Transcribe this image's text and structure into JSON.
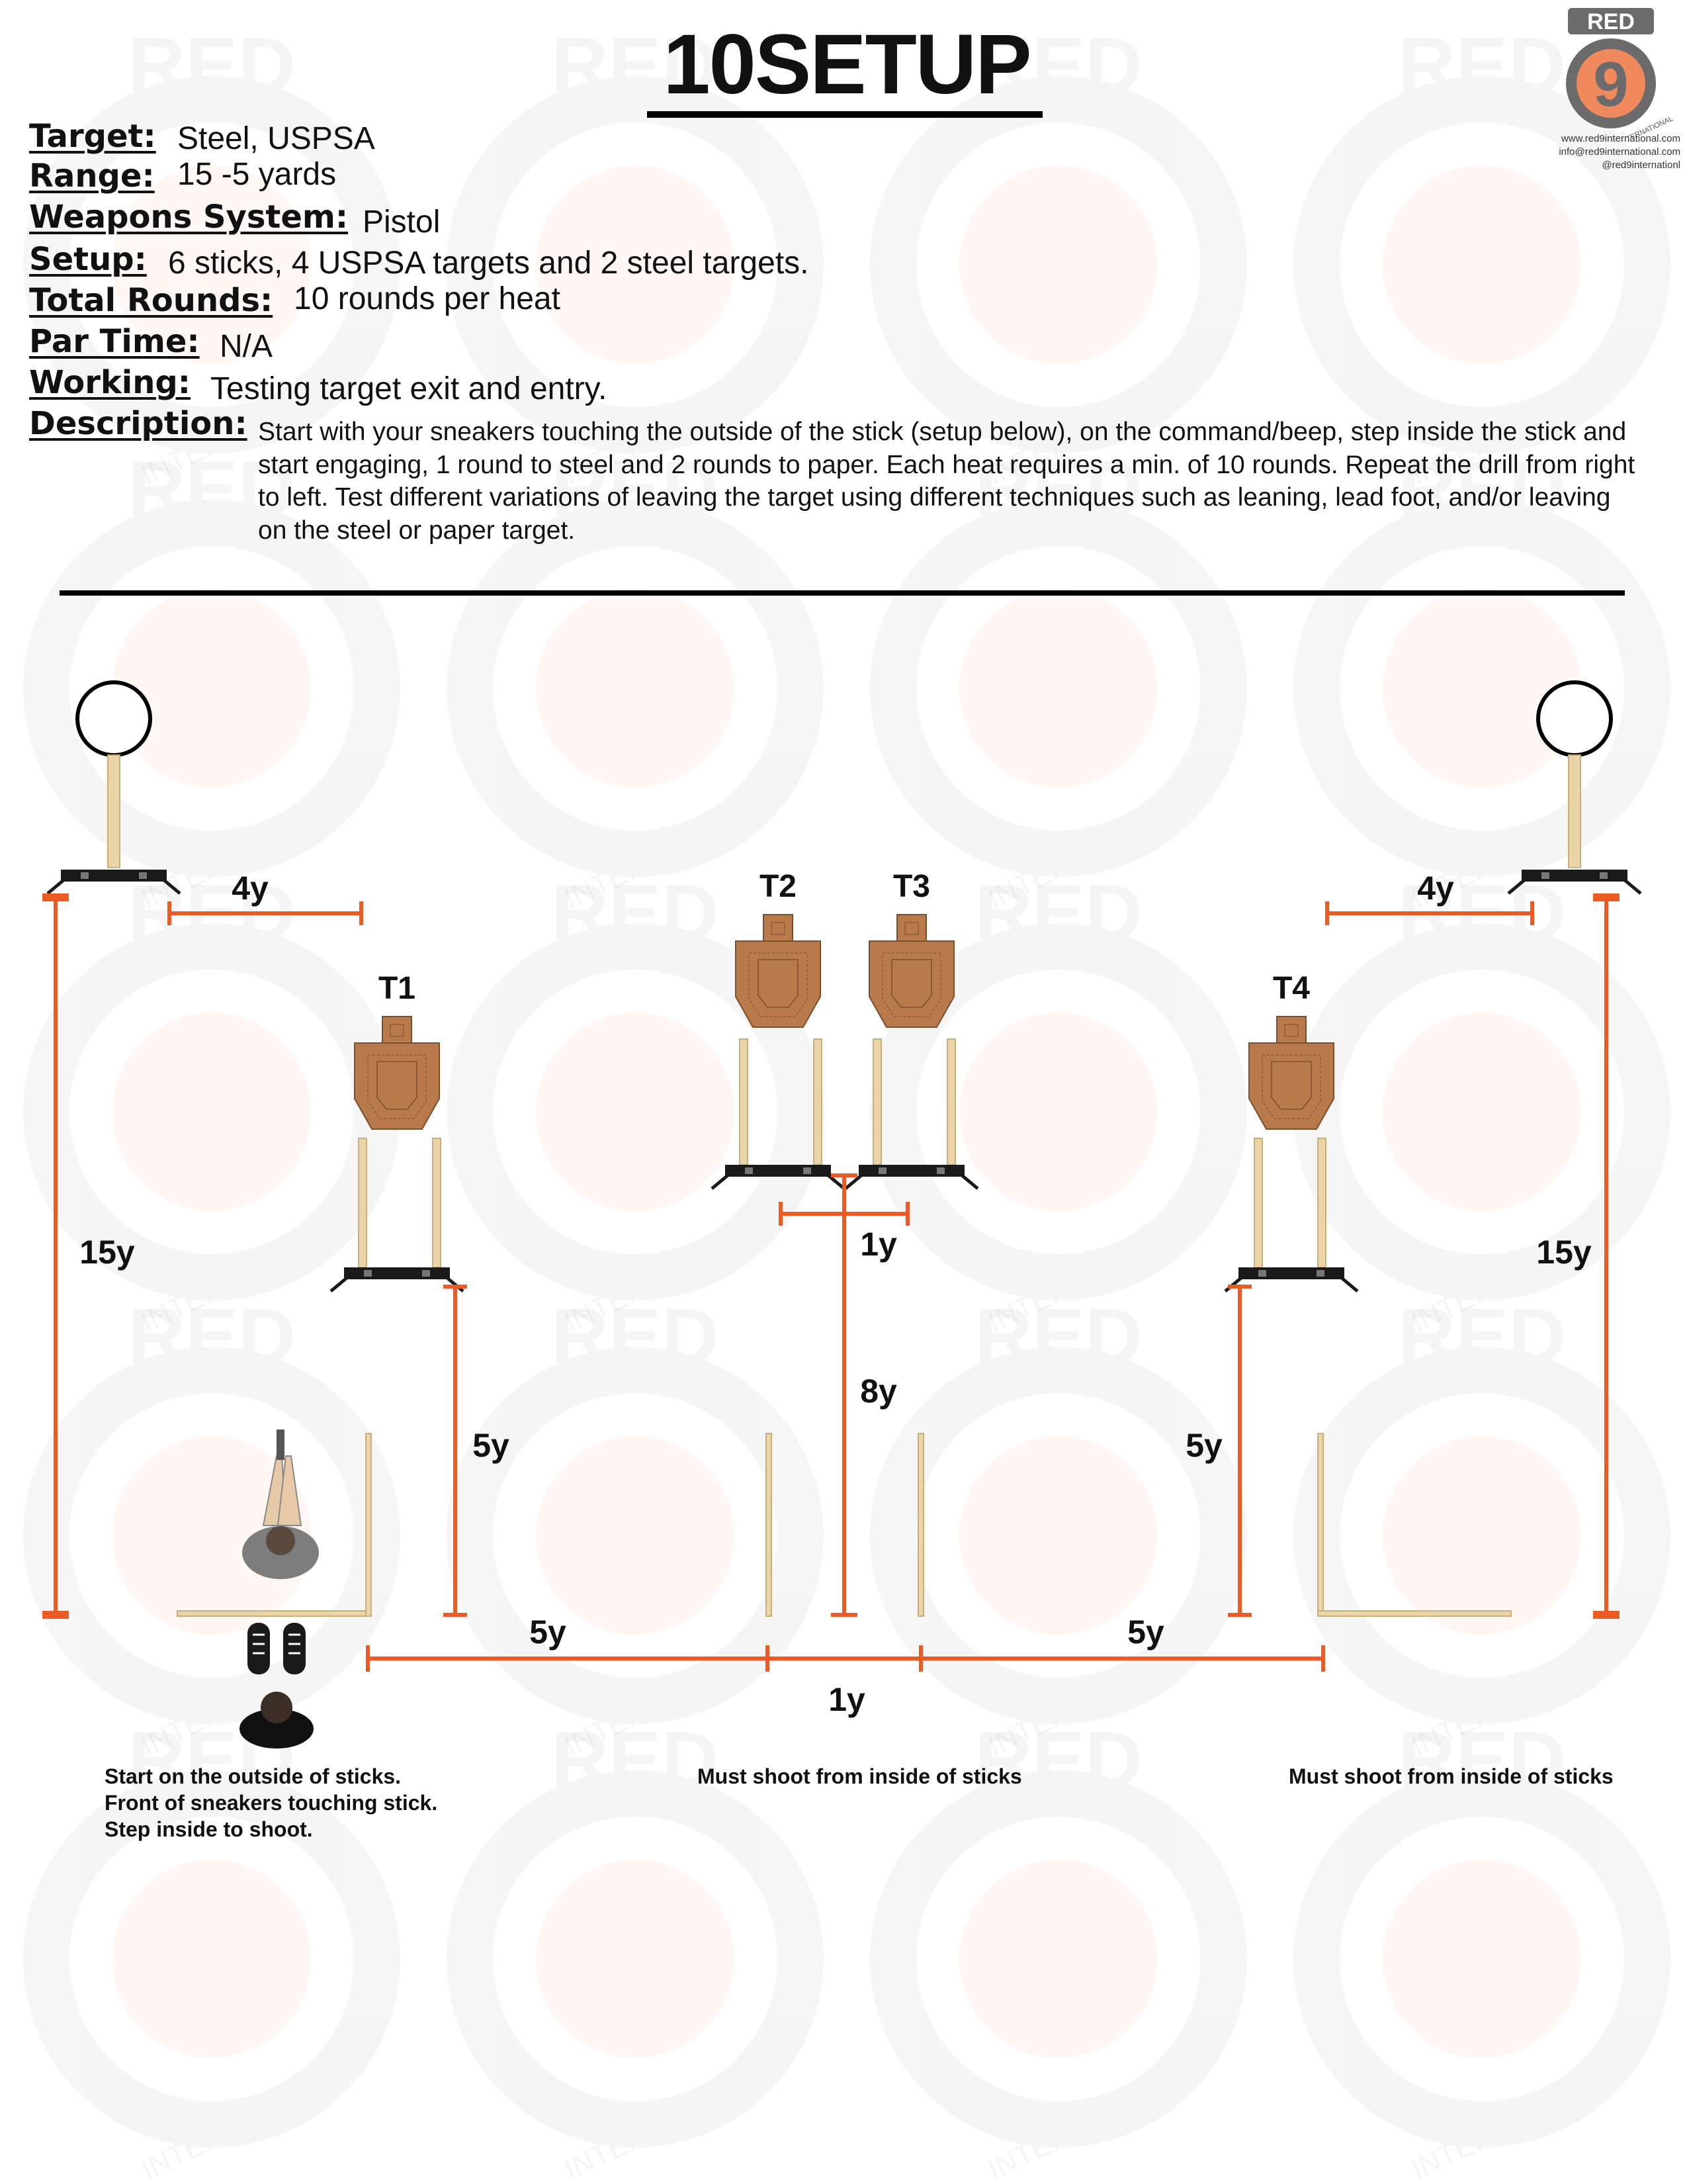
{
  "title": "10SETUP",
  "logo": {
    "brand": "RED",
    "numeral": "9",
    "tagline": "INTERNATIONAL",
    "website": "www.red9international.com",
    "email": "info@red9international.com",
    "handle": "@red9internationl"
  },
  "watermark": {
    "brand": "RED",
    "tagline": "INTERNATIONAL"
  },
  "fields": [
    {
      "label": "Target:",
      "value": "Steel, USPSA"
    },
    {
      "label": "Range:",
      "value": "15 -5 yards"
    },
    {
      "label": "Weapons System:",
      "value": "Pistol"
    },
    {
      "label": "Setup:",
      "value": "6 sticks, 4 USPSA targets and 2 steel targets."
    },
    {
      "label": "Total Rounds:",
      "value": "10 rounds per heat"
    },
    {
      "label": "Par Time:",
      "value": "N/A"
    },
    {
      "label": "Working:",
      "value": "Testing target exit and entry."
    },
    {
      "label": "Description:",
      "value": "Start with your sneakers touching the outside of the stick (setup below), on the command/beep, step inside the stick and start engaging, 1 round to steel and 2 rounds to paper. Each heat requires a min. of 10 rounds. Repeat the drill from right to left. Test different variations of leaving the target using different techniques such as leaning, lead foot, and/or leaving on the steel or paper target."
    }
  ],
  "diagram": {
    "targets": [
      "T1",
      "T2",
      "T3",
      "T4"
    ],
    "dimensions": {
      "left_offset": "4y",
      "right_offset": "4y",
      "left_depth": "15y",
      "right_depth": "15y",
      "t1_depth": "5y",
      "t4_depth": "5y",
      "center_depth": "8y",
      "center_gap": "1y",
      "left_span": "5y",
      "right_span": "5y",
      "middle_span": "1y"
    },
    "notes": {
      "start": "Start on the outside of sticks.\nFront of sneakers touching stick.\nStep inside to shoot.",
      "middle": "Must shoot from inside of sticks",
      "right": "Must shoot from inside of sticks"
    }
  },
  "colors": {
    "accent": "#ee5a24",
    "target": "#b87a4b",
    "stick": "#e9d5a8",
    "ink": "#000000"
  }
}
